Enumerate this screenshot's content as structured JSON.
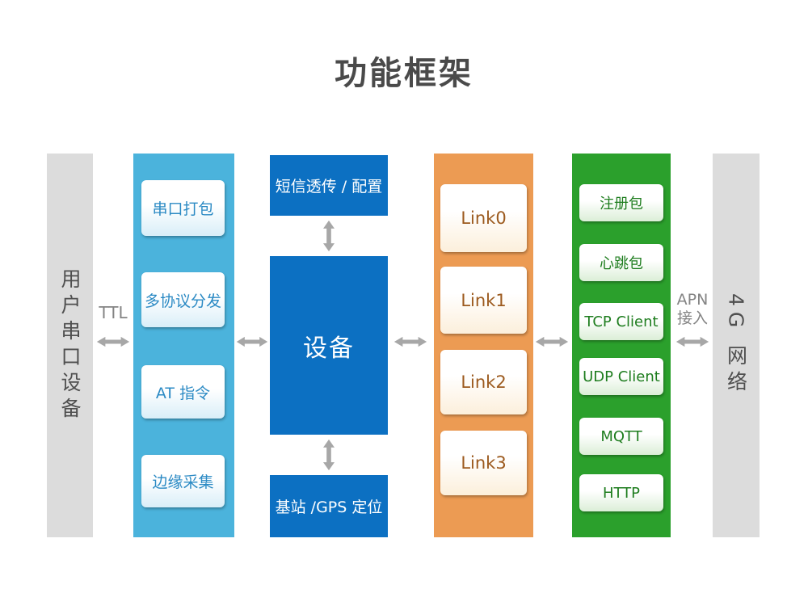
{
  "title": "功能框架",
  "left_bar": {
    "label": "用户串口设备"
  },
  "right_bar": {
    "label": "4G 网络"
  },
  "connections": {
    "ttl": "TTL",
    "apn_line1": "APN",
    "apn_line2": "接入"
  },
  "serial_column": {
    "items": [
      "串口打包",
      "多协议分发",
      "AT 指令",
      "边缘采集"
    ]
  },
  "core_column": {
    "top": "短信透传 / 配置",
    "center": "设备",
    "bottom": "基站 /GPS 定位"
  },
  "link_column": {
    "items": [
      "Link0",
      "Link1",
      "Link2",
      "Link3"
    ]
  },
  "protocol_column": {
    "items": [
      "注册包",
      "心跳包",
      "TCP Client",
      "UDP Client",
      "MQTT",
      "HTTP"
    ]
  },
  "colors": {
    "serial_col_bg": "#4bb3dc",
    "core_bg": "#0c70c2",
    "link_col_bg": "#ec9b53",
    "protocol_col_bg": "#2ba02c",
    "bar_bg": "#dcdcdc",
    "arrow": "#a7a7a7",
    "serial_text": "#2b8ac4",
    "link_text": "#9c5a1e",
    "protocol_text": "#1e7d1e",
    "title_text": "#4a4a4a"
  }
}
